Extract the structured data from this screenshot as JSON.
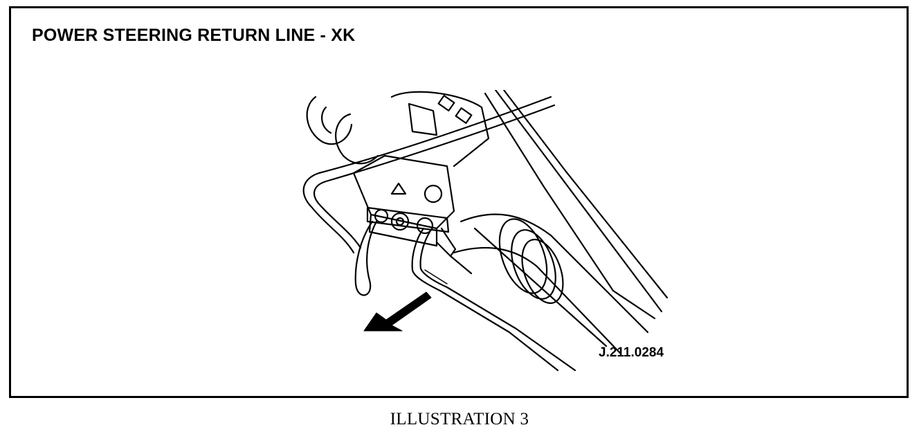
{
  "figure": {
    "title": "POWER STEERING RETURN LINE - XK",
    "part_code": "J.211.0284",
    "caption": "ILLUSTRATION 3"
  },
  "icons": {
    "pointer": "arrow-icon"
  },
  "colors": {
    "ink": "#000000",
    "paper": "#ffffff"
  }
}
